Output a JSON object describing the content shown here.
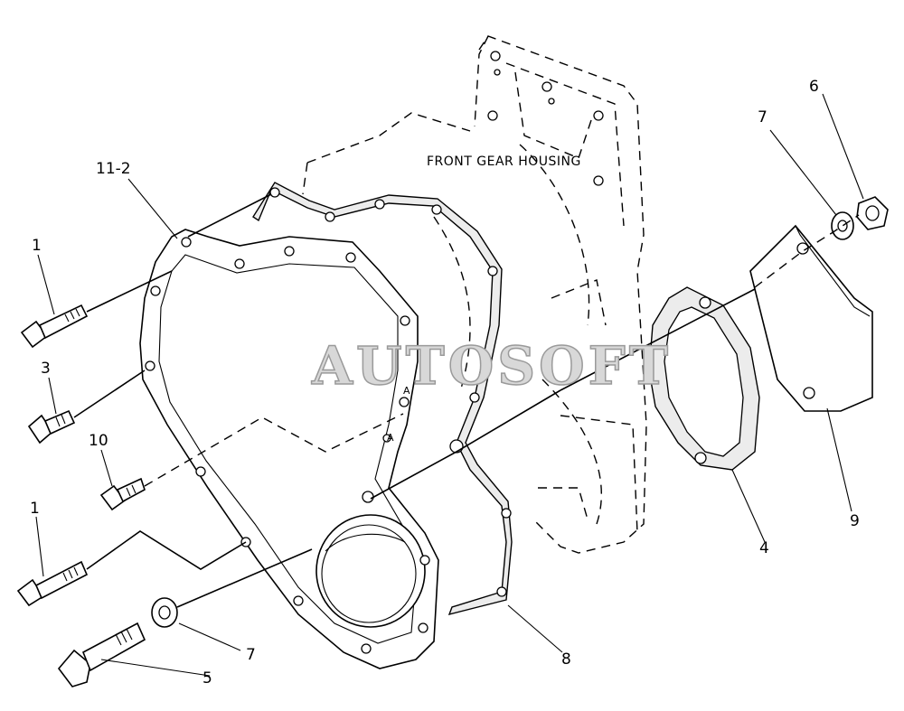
{
  "diagram": {
    "housing_label": "FRONT GEAR HOUSING",
    "watermark": "AUTOSOFT",
    "callouts": [
      {
        "id": "cover",
        "text": "11-2"
      },
      {
        "id": "bolt-top",
        "text": "1"
      },
      {
        "id": "bolt-3",
        "text": "3"
      },
      {
        "id": "bolt-10",
        "text": "10"
      },
      {
        "id": "bolt-lower",
        "text": "1"
      },
      {
        "id": "washer-lower",
        "text": "7"
      },
      {
        "id": "bolt-5",
        "text": "5"
      },
      {
        "id": "gasket-8",
        "text": "8"
      },
      {
        "id": "gasket-4",
        "text": "4"
      },
      {
        "id": "plate-9",
        "text": "9"
      },
      {
        "id": "washer-upper",
        "text": "7"
      },
      {
        "id": "nut-6",
        "text": "6"
      }
    ],
    "marks": [
      "A",
      "A"
    ]
  }
}
